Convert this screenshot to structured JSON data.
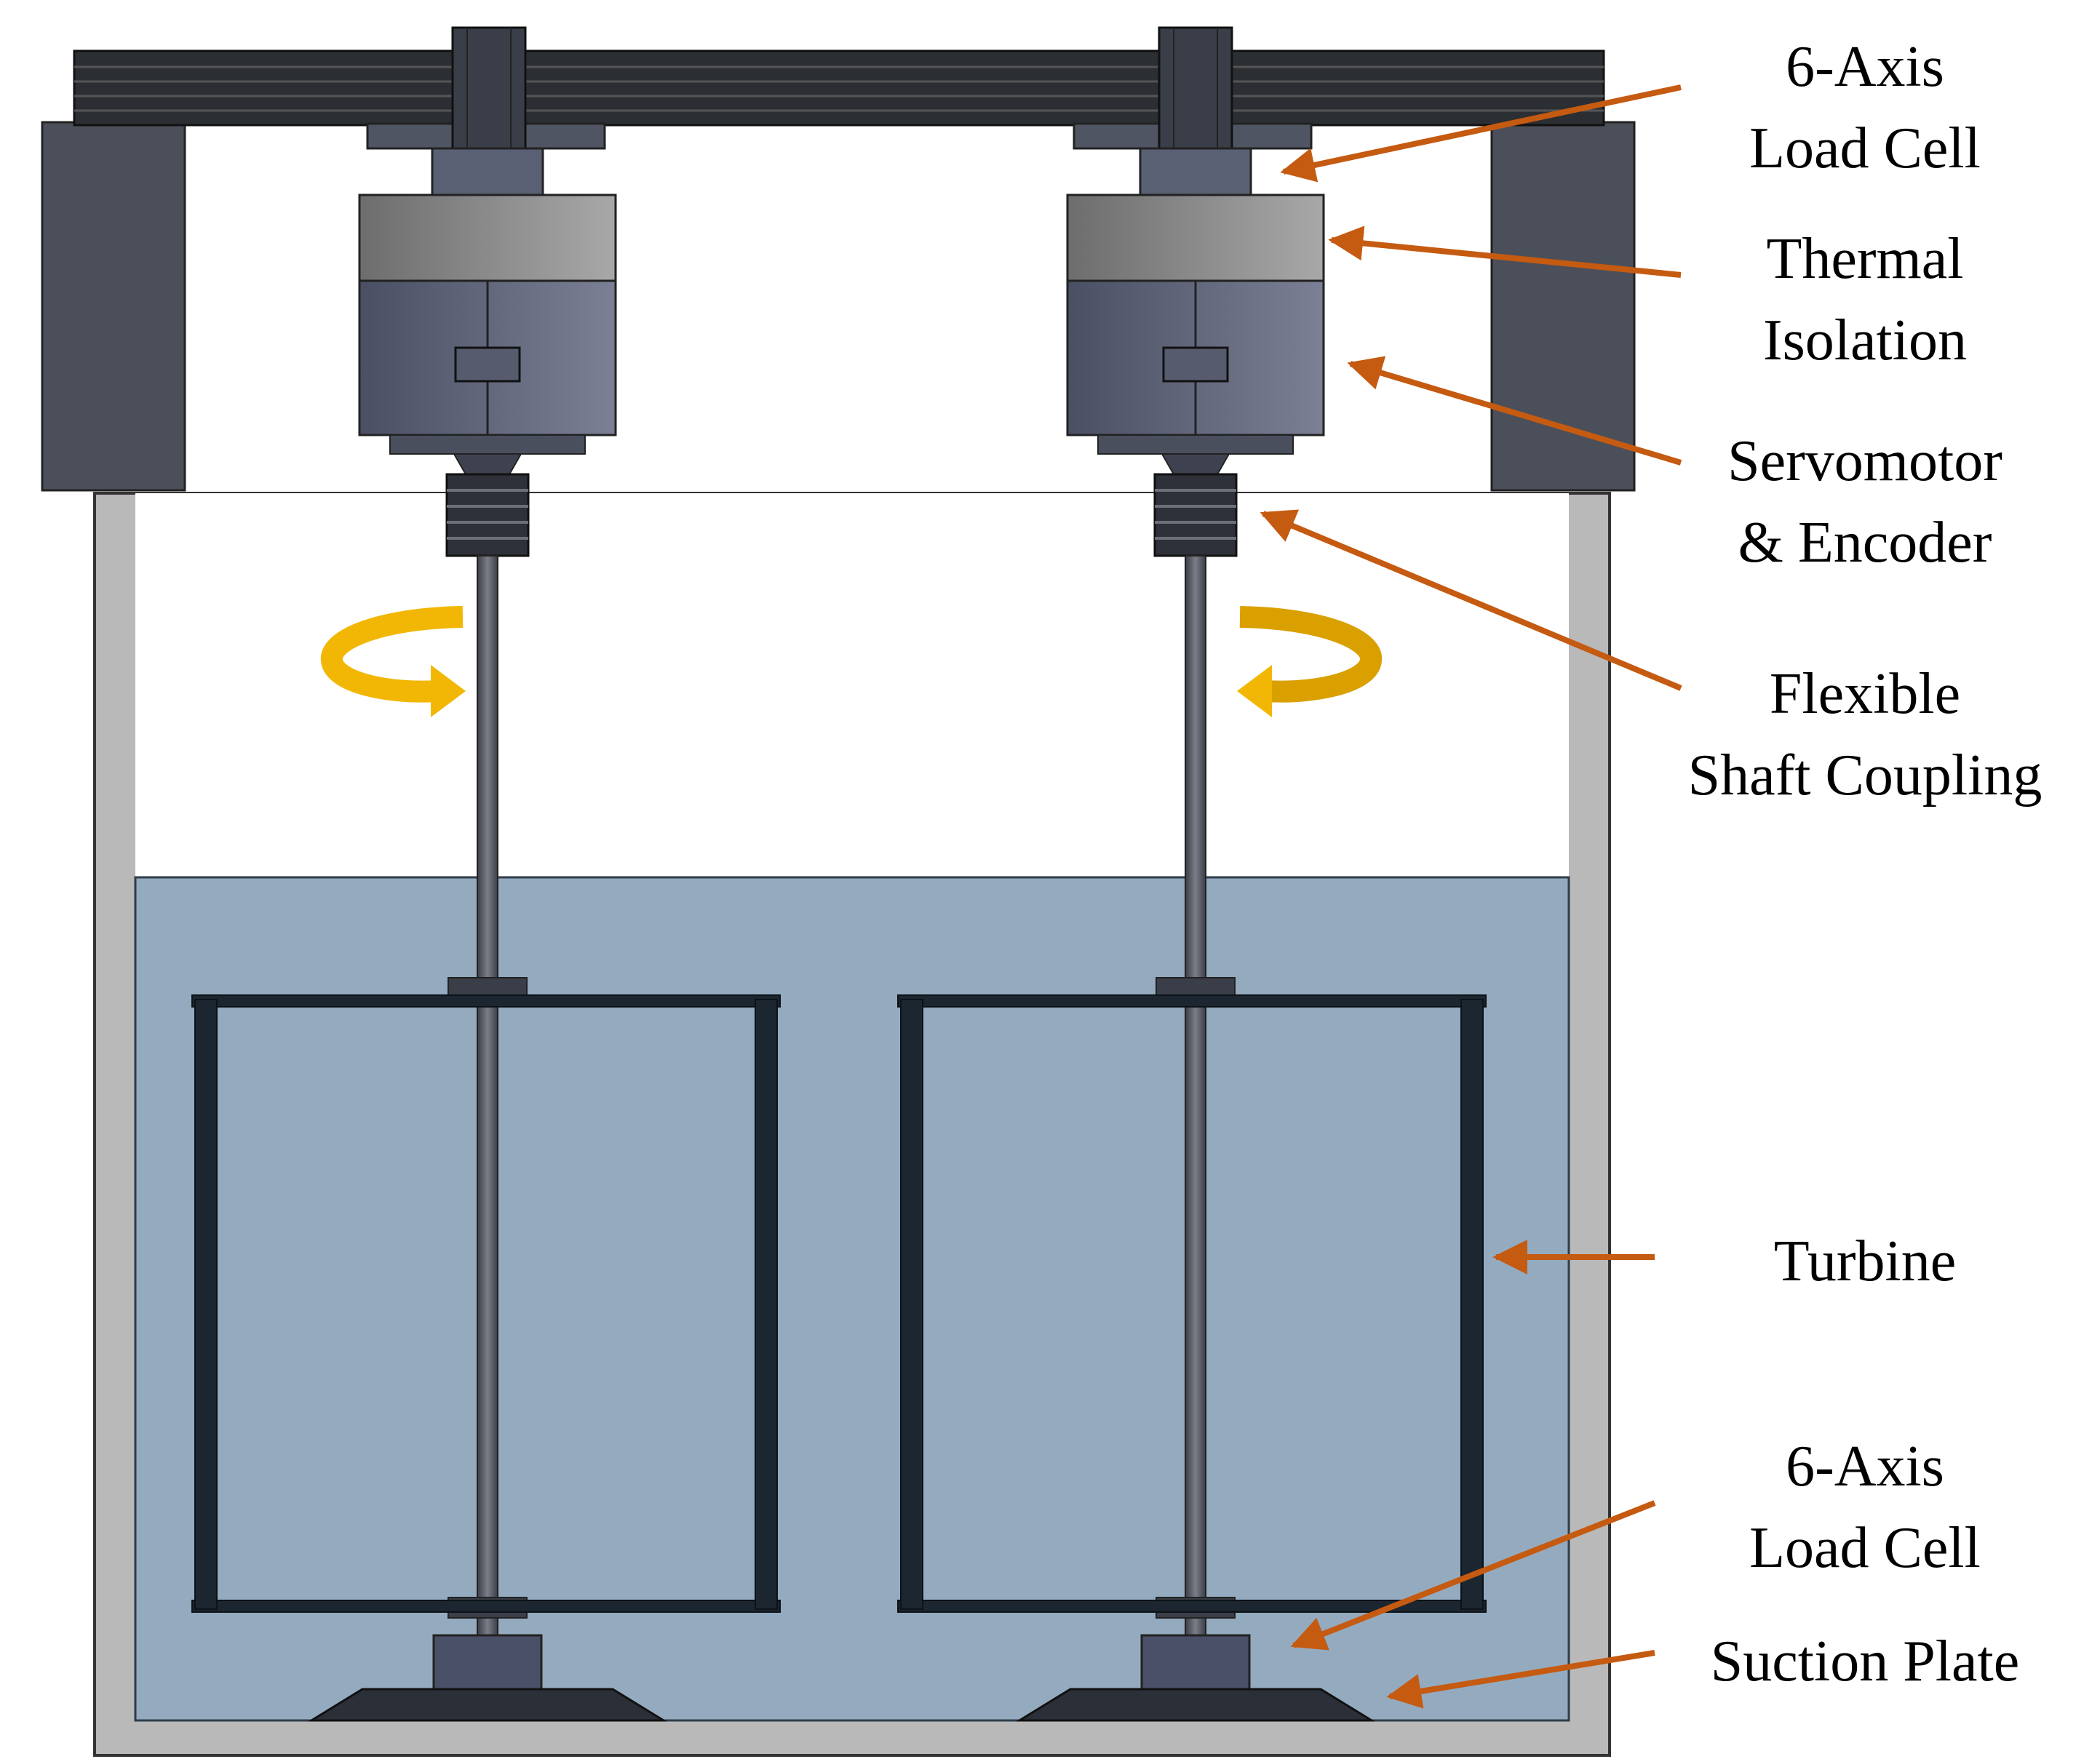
{
  "labels": {
    "load_cell_top": [
      "6-Axis",
      "Load Cell"
    ],
    "thermal_isolation": [
      "Thermal",
      "Isolation"
    ],
    "servomotor_encoder": [
      "Servomotor",
      "& Encoder"
    ],
    "flexible_coupling": [
      "Flexible",
      "Shaft Coupling"
    ],
    "turbine": [
      "Turbine"
    ],
    "load_cell_bottom": [
      "6-Axis",
      "Load Cell"
    ],
    "suction_plate": [
      "Suction Plate"
    ]
  },
  "colors": {
    "frame_rail": "#2b2e33",
    "support_post": "#4b4f5a",
    "tank_wall": "#b9b9b9",
    "water": "#94abbf",
    "motor_body": "#5f6478",
    "thermal_band": "#8a8a8a",
    "blade": "#1c2630",
    "shaft": "#4a4e58",
    "callout_arrow": "#c55a11",
    "rotation_arrow": "#f2b705"
  },
  "icons": {
    "rotation_left": "rotation-arrow-counterclockwise-icon",
    "rotation_right": "rotation-arrow-clockwise-icon"
  }
}
